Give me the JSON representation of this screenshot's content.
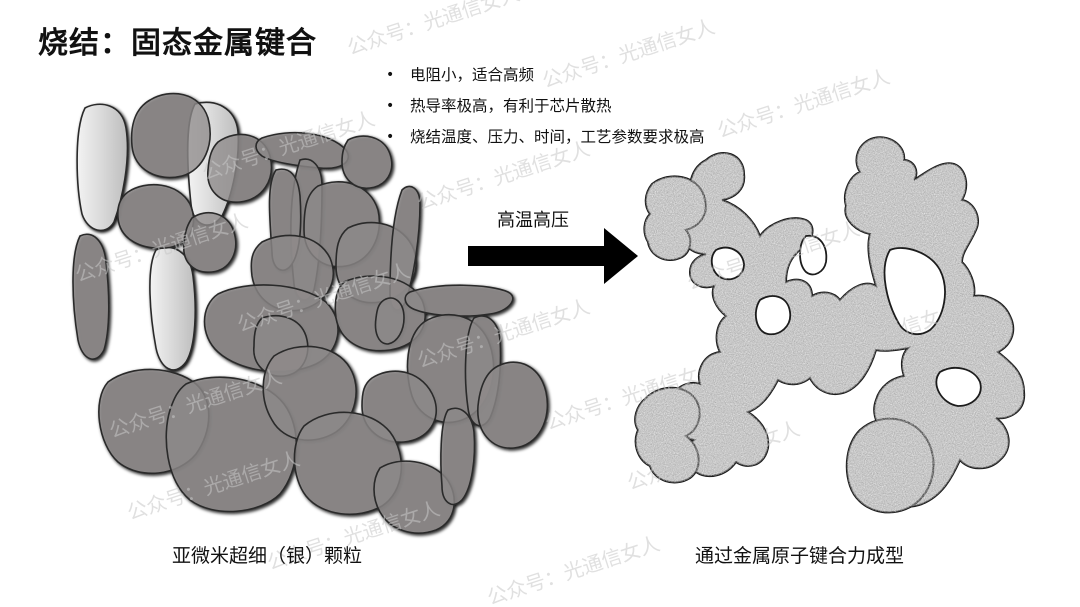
{
  "title": "烧结：固态金属键合",
  "bullets": [
    "电阻小，适合高频",
    "热导率极高，有利于芯片散热",
    "烧结温度、压力、时间，工艺参数要求极高"
  ],
  "arrow_label": "高温高压",
  "caption_left": "亚微米超细（银）颗粒",
  "caption_right": "通过金属原子键合力成型",
  "watermark": "公众号：光通信女人"
}
